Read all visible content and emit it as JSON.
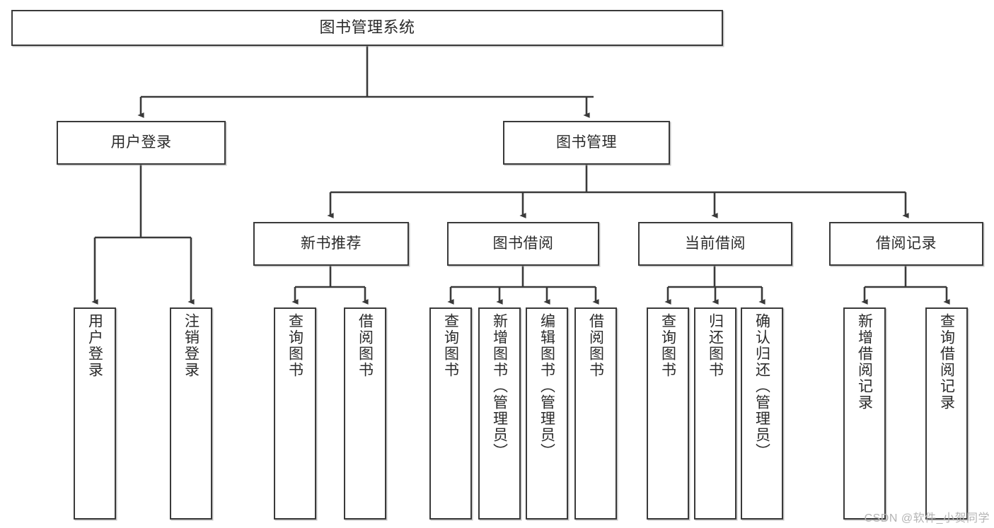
{
  "diagram": {
    "title": "图书管理系统",
    "type": "tree-hierarchy-chart",
    "watermark": "CSDN @软件_小贺同学",
    "colors": {
      "box_border": "#3a3a3a",
      "box_fill": "#ffffff",
      "connector": "#3a3a3a",
      "text": "#2b2b2b",
      "watermark": "#b4b4b4"
    },
    "nodes": {
      "root": {
        "label": "图书管理系统"
      },
      "level1": [
        {
          "id": "user-login",
          "label": "用户登录"
        },
        {
          "id": "book-manage",
          "label": "图书管理"
        }
      ],
      "level2": [
        {
          "id": "new-book-rec",
          "label": "新书推荐"
        },
        {
          "id": "book-borrow",
          "label": "图书借阅"
        },
        {
          "id": "current-borrow",
          "label": "当前借阅"
        },
        {
          "id": "borrow-record",
          "label": "借阅记录"
        }
      ],
      "leaves": {
        "user_login": [
          {
            "id": "leaf-user-login",
            "label": "用户登录"
          },
          {
            "id": "leaf-logout-login",
            "label": "注销登录"
          }
        ],
        "new_book_rec": [
          {
            "id": "leaf-query-book-1",
            "label": "查询图书"
          },
          {
            "id": "leaf-borrow-book-1",
            "label": "借阅图书"
          }
        ],
        "book_borrow": [
          {
            "id": "leaf-query-book-2",
            "label": "查询图书"
          },
          {
            "id": "leaf-add-book",
            "label": "新增图书（管理员）"
          },
          {
            "id": "leaf-edit-book",
            "label": "编辑图书（管理员）"
          },
          {
            "id": "leaf-borrow-book-2",
            "label": "借阅图书"
          }
        ],
        "current_borrow": [
          {
            "id": "leaf-query-book-3",
            "label": "查询图书"
          },
          {
            "id": "leaf-return-book",
            "label": "归还图书"
          },
          {
            "id": "leaf-confirm-return",
            "label": "确认归还（管理员）"
          }
        ],
        "borrow_record": [
          {
            "id": "leaf-add-record",
            "label": "新增借阅记录"
          },
          {
            "id": "leaf-query-record",
            "label": "查询借阅记录"
          }
        ]
      }
    }
  }
}
